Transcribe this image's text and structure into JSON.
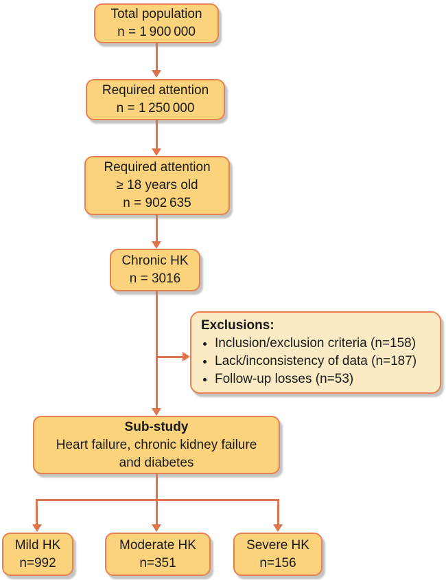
{
  "flowchart": {
    "boxes": {
      "total_population": {
        "lines": [
          "Total population",
          "n = 1 900 000"
        ]
      },
      "required_attention": {
        "lines": [
          "Required attention",
          "n = 1 250 000"
        ]
      },
      "required_attention_adults": {
        "lines": [
          "Required attention",
          "≥ 18 years old",
          "n = 902 635"
        ]
      },
      "chronic_hk": {
        "lines": [
          "Chronic HK",
          "n = 3016"
        ]
      },
      "exclusions": {
        "title": "Exclusions:",
        "items": [
          "Inclusion/exclusion criteria (n=158)",
          "Lack/inconsistency of data (n=187)",
          "Follow-up losses (n=53)"
        ]
      },
      "sub_study": {
        "title": "Sub-study",
        "body": "Heart failure, chronic kidney failure and diabetes"
      },
      "mild_hk": {
        "lines": [
          "Mild HK",
          "n=992"
        ]
      },
      "moderate_hk": {
        "lines": [
          "Moderate HK",
          "n=351"
        ]
      },
      "severe_hk": {
        "lines": [
          "Severe HK",
          "n=156"
        ]
      }
    },
    "colors": {
      "box_fill": "#fbd37c",
      "note_fill": "#faebc5",
      "box_border": "#e8814f",
      "connector": "#e0744b",
      "text": "#1a1a1a"
    }
  }
}
